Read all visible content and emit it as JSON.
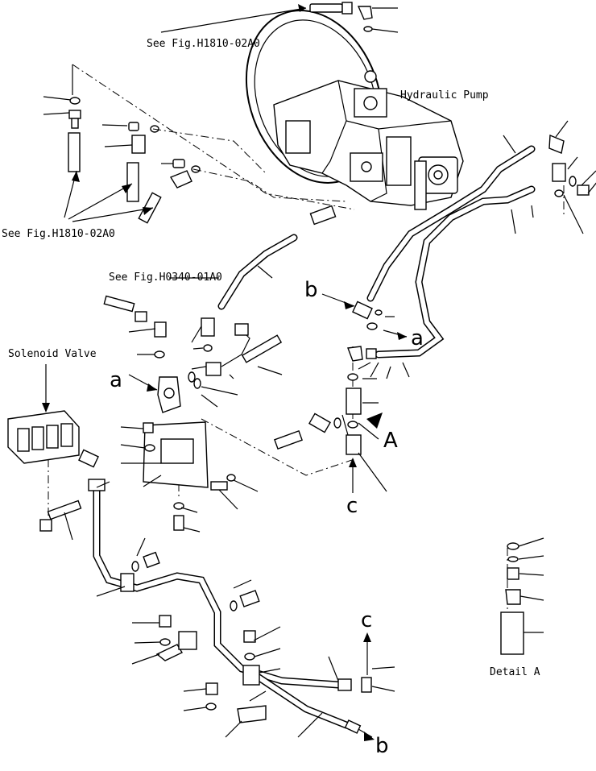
{
  "labels": {
    "see_h1810_top": "See Fig.H1810-02A0",
    "hydraulic_pump": "Hydraulic Pump",
    "see_h1810_left": "See Fig.H1810-02A0",
    "see_h0340": "See Fig.H0340-01A0",
    "solenoid_valve": "Solenoid Valve",
    "detail_a": "Detail A"
  },
  "markers": {
    "a_left": "a",
    "a_right": "a",
    "b_top": "b",
    "b_bottom": "b",
    "c_mid": "c",
    "c_bottom": "c",
    "A_arrow": "A"
  }
}
